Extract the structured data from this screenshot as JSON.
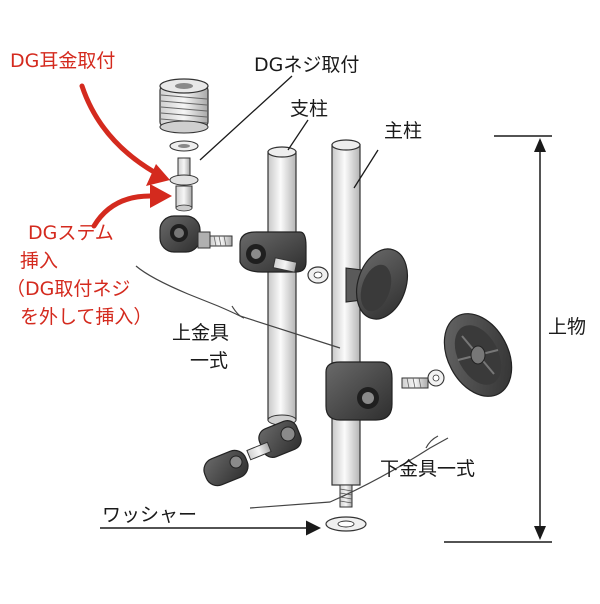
{
  "labels": {
    "dg_ear_mount": "DG耳金取付",
    "dg_mount_screw": "DGネジ取付",
    "support_post": "支柱",
    "main_post": "主柱",
    "dg_stem_line1": "DGステム",
    "dg_stem_line2": "挿入",
    "dg_stem_line3": "（DG取付ネジ",
    "dg_stem_line4": "を外して挿入）",
    "upper_fitting_line1": "上金具",
    "upper_fitting_line2": "一式",
    "height": "上物",
    "lower_fitting": "下金具一式",
    "washer": "ワッシャー"
  },
  "colors": {
    "annotation_red": "#d42a1e",
    "metal_dark": "#4a4a4a",
    "metal_light": "#e6e6e6",
    "line": "#1a1a1a"
  }
}
